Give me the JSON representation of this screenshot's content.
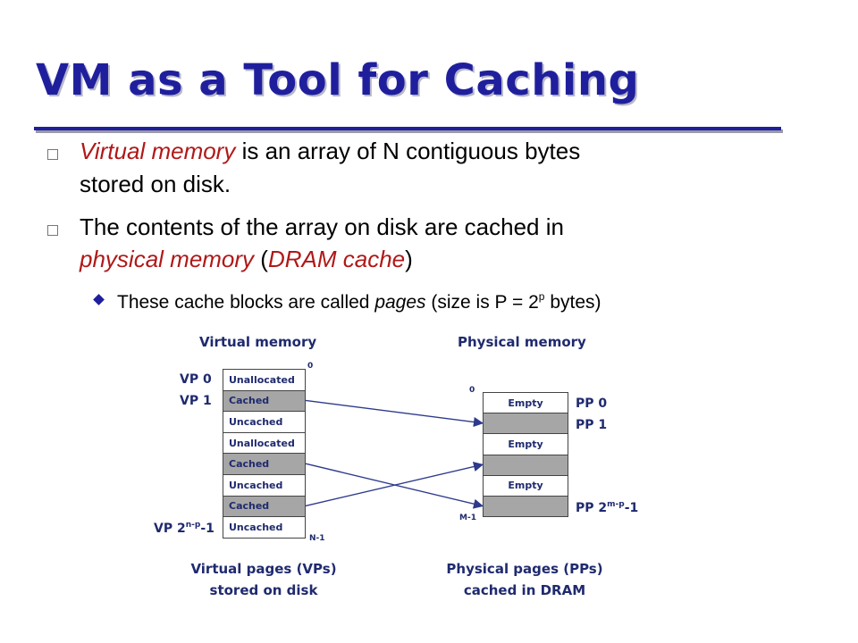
{
  "slide": {
    "title": "VM as a Tool for Caching",
    "bullets": [
      {
        "part1_hl": "Virtual memory",
        "part1_rest": " is an array of N contiguous bytes",
        "line2": "stored on disk."
      },
      {
        "line1": "The contents of the array on disk are cached in",
        "line2_hl1": "physical memory",
        "line2_mid": " (",
        "line2_hl2": "DRAM cache",
        "line2_end": ")"
      }
    ],
    "sub_bullet": {
      "before": "These cache blocks are called ",
      "em": "pages",
      "after": " (size is P = 2",
      "sup": "p",
      "tail": " bytes)"
    }
  },
  "diagram": {
    "virtual_title": "Virtual memory",
    "physical_title": "Physical memory",
    "virtual_pages": [
      {
        "label": "Unallocated",
        "shaded": false
      },
      {
        "label": "Cached",
        "shaded": true
      },
      {
        "label": "Uncached",
        "shaded": false
      },
      {
        "label": "Unallocated",
        "shaded": false
      },
      {
        "label": "Cached",
        "shaded": true
      },
      {
        "label": "Uncached",
        "shaded": false
      },
      {
        "label": "Cached",
        "shaded": true
      },
      {
        "label": "Uncached",
        "shaded": false
      }
    ],
    "physical_pages": [
      {
        "label": "Empty",
        "shaded": false
      },
      {
        "label": "",
        "shaded": true
      },
      {
        "label": "Empty",
        "shaded": false
      },
      {
        "label": "",
        "shaded": true
      },
      {
        "label": "Empty",
        "shaded": false
      },
      {
        "label": "",
        "shaded": true
      }
    ],
    "vp_labels": {
      "vp0": "VP 0",
      "vp1": "VP 1",
      "vp_last": "VP 2",
      "vp_last_sup": "n-p",
      "vp_last_tail": "-1"
    },
    "pp_labels": {
      "pp0": "PP 0",
      "pp1": "PP 1",
      "pp_last": "PP 2",
      "pp_last_sup": "m-p",
      "pp_last_tail": "-1"
    },
    "virtual_axis": {
      "top": "0",
      "bottom": "N-1"
    },
    "physical_axis": {
      "top": "0",
      "bottom": "M-1"
    },
    "caption_left": [
      "Virtual pages (VPs)",
      "stored on disk"
    ],
    "caption_right": [
      "Physical pages (PPs)",
      "cached in DRAM"
    ],
    "mappings": [
      {
        "from_vp": 1,
        "to_pp": 1
      },
      {
        "from_vp": 4,
        "to_pp": 5
      },
      {
        "from_vp": 6,
        "to_pp": 3
      }
    ],
    "colors": {
      "text": "#1f2a6e",
      "shaded": "#a6a6a6",
      "arrow": "#2d3a8c"
    }
  }
}
